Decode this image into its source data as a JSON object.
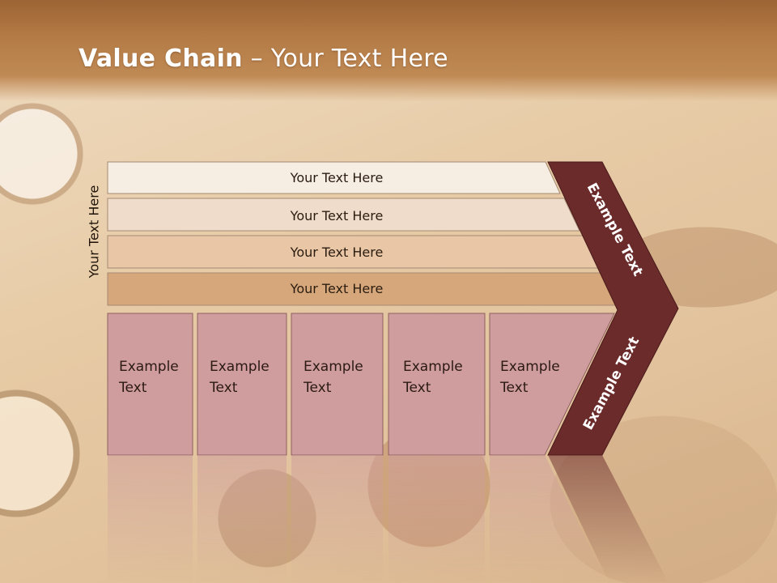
{
  "slide": {
    "title_bold": "Value Chain",
    "title_dash": " – ",
    "title_rest": "Your Text Here",
    "side_label": "Your Text Here"
  },
  "bands": [
    {
      "label": "Your Text Here",
      "color": "#f6ede3"
    },
    {
      "label": "Your Text Here",
      "color": "#efdccb"
    },
    {
      "label": "Your Text Here",
      "color": "#e8c6a6"
    },
    {
      "label": "Your Text Here",
      "color": "#d6a77b"
    }
  ],
  "columns": [
    {
      "line1": "Example",
      "line2": "Text"
    },
    {
      "line1": "Example",
      "line2": "Text"
    },
    {
      "line1": "Example",
      "line2": "Text"
    },
    {
      "line1": "Example",
      "line2": "Text"
    },
    {
      "line1": "Example",
      "line2": "Text"
    }
  ],
  "chevron": {
    "upper_label": "Example Text",
    "lower_label": "Example Text",
    "color": "#6b2b2b",
    "column_color": "#cf9d9d"
  }
}
